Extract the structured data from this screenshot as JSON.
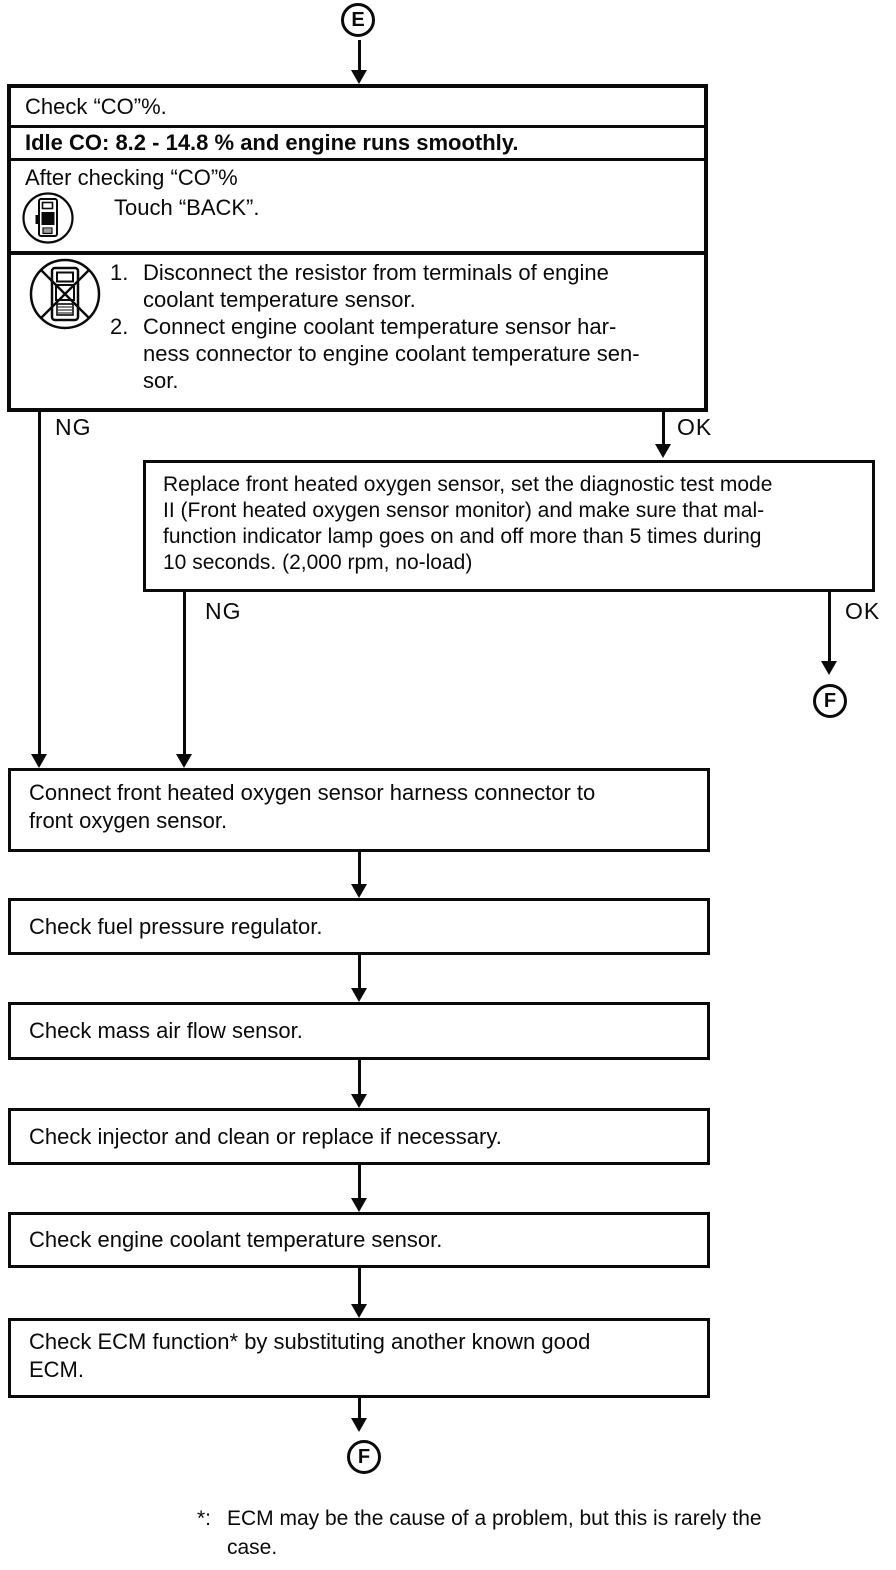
{
  "connector_top": {
    "label": "E"
  },
  "flow": {
    "box1": {
      "line_check": "Check “CO”%.",
      "spec": "Idle CO: 8.2 - 14.8 % and engine runs smoothly.",
      "after_checking": "After checking “CO”%",
      "touch_back": "Touch “BACK”.",
      "steps": [
        {
          "num": "1.",
          "lines": [
            "Disconnect the resistor from terminals of engine",
            "coolant temperature sensor."
          ]
        },
        {
          "num": "2.",
          "lines": [
            "Connect engine coolant temperature sensor har-",
            "ness connector to engine coolant temperature sen-",
            "sor."
          ]
        }
      ]
    },
    "branch1": {
      "ng": "NG",
      "ok": "OK"
    },
    "box2": {
      "lines": [
        "Replace front heated oxygen sensor, set the diagnostic test mode",
        "II (Front heated oxygen sensor monitor) and make sure that mal-",
        "function indicator lamp goes on and off more than 5 times during",
        "10 seconds. (2,000 rpm, no-load)"
      ]
    },
    "branch2": {
      "ng": "NG",
      "ok": "OK",
      "connector": "F"
    },
    "box3": {
      "lines": [
        "Connect front heated oxygen sensor harness connector to",
        "front oxygen sensor."
      ]
    },
    "box4": {
      "text": "Check fuel pressure regulator."
    },
    "box5": {
      "text": "Check mass air flow sensor."
    },
    "box6": {
      "text": "Check injector and clean or replace if necessary."
    },
    "box7": {
      "text": "Check engine coolant temperature sensor."
    },
    "box8": {
      "lines": [
        "Check ECM function* by substituting another known good",
        "ECM."
      ]
    },
    "connector_bottom": {
      "label": "F"
    }
  },
  "footnote": {
    "marker": "*:",
    "lines": [
      "ECM may be the cause of a problem, but this is rarely the",
      "case."
    ]
  },
  "colors": {
    "ink": "#0a0a0a",
    "paper": "#ffffff"
  }
}
